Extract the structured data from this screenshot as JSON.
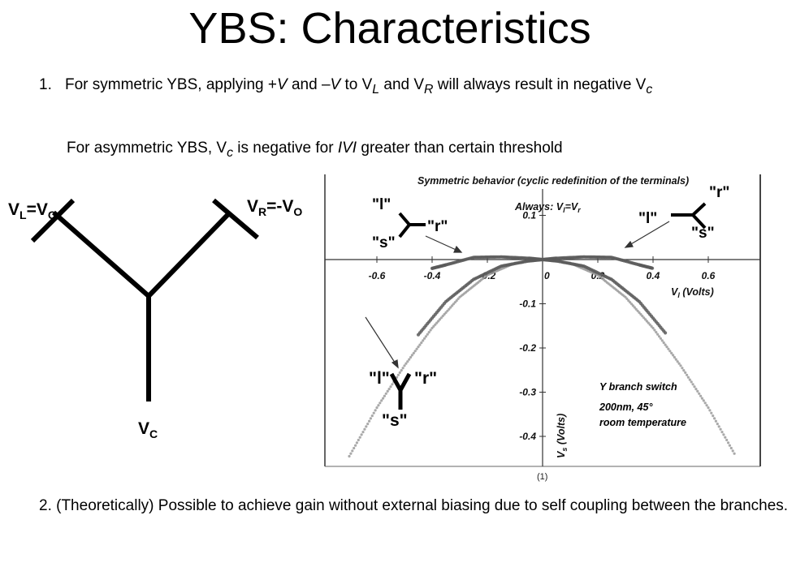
{
  "title": "YBS: Characteristics",
  "point1": {
    "number": "1.",
    "text_a": "For symmetric YBS, applying +",
    "v1": "V",
    "text_b": " and –",
    "v2": "V",
    "text_c": " to V",
    "sub_l": "L",
    "text_d": " and V",
    "sub_r": "R",
    "text_e": " will always result in negative V",
    "sub_c": "c"
  },
  "point1b": {
    "text_a": "For asymmetric YBS, V",
    "sub_c": "c",
    "text_b": " is negative for ",
    "absv": "IVI",
    "text_c": " greater than certain threshold"
  },
  "point2": {
    "text": "2.  (Theoretically) Possible to achieve gain without external biasing due to self coupling between the branches."
  },
  "ybs_diagram": {
    "left_label": {
      "main1": "V",
      "sub1": "L",
      "eq": "=V",
      "sub2": "O"
    },
    "right_label": {
      "main1": "V",
      "sub1": "R",
      "eq": "=-V",
      "sub2": "O"
    },
    "bottom_label": {
      "main": "V",
      "sub": "C"
    }
  },
  "figure": {
    "header": "Symmetric behavior (cyclic redefinition of the terminals)",
    "always_a": "Always: V",
    "always_sub1": "l",
    "always_b": "=V",
    "always_sub2": "r",
    "legend_line1": "Y branch switch",
    "legend_line2": "200nm, 45°",
    "legend_line3": "room temperature",
    "branch_l": "\"l\"",
    "branch_r": "\"r\"",
    "branch_s": "\"s\"",
    "ref_marker": "(1)"
  },
  "chart_data": {
    "type": "scatter",
    "title": "Symmetric behavior (cyclic redefinition of the terminals)",
    "xlabel": "V_l (Volts)",
    "ylabel": "V_s (Volts)",
    "xlim": [
      -0.7,
      0.7
    ],
    "ylim": [
      -0.45,
      0.15
    ],
    "x_ticks": [
      {
        "value": -0.6,
        "label": "-0.6"
      },
      {
        "value": -0.4,
        "label": "-0.4"
      },
      {
        "value": -0.2,
        "label": "-0.2"
      },
      {
        "value": 0,
        "label": "0"
      },
      {
        "value": 0.2,
        "label": "0.2"
      },
      {
        "value": 0.4,
        "label": "0.4"
      },
      {
        "value": 0.6,
        "label": "0.6"
      }
    ],
    "y_ticks": [
      {
        "value": 0.1,
        "label": "0.1"
      },
      {
        "value": -0.1,
        "label": "-0.1"
      },
      {
        "value": -0.2,
        "label": "-0.2"
      },
      {
        "value": -0.3,
        "label": "-0.3"
      },
      {
        "value": -0.4,
        "label": "-0.4"
      }
    ],
    "series": [
      {
        "color": "#9a9a9a",
        "x": [
          -0.7,
          -0.6,
          -0.5,
          -0.4,
          -0.3,
          -0.2,
          -0.1,
          0,
          0.1,
          0.2,
          0.3,
          0.4,
          0.5,
          0.6,
          0.7
        ],
        "y": [
          -0.445,
          -0.335,
          -0.24,
          -0.155,
          -0.085,
          -0.035,
          -0.008,
          0.0,
          -0.008,
          -0.035,
          -0.085,
          -0.155,
          -0.24,
          -0.335,
          -0.445
        ]
      },
      {
        "color": "#5a5a5a",
        "x": [
          -0.45,
          -0.35,
          -0.25,
          -0.15,
          -0.05,
          0,
          0.05,
          0.15,
          0.25,
          0.35,
          0.4
        ],
        "y": [
          -0.17,
          -0.095,
          -0.045,
          -0.015,
          -0.003,
          0.0,
          0.003,
          0.006,
          0.005,
          -0.012,
          -0.02
        ]
      },
      {
        "color": "#5a5a5a",
        "x": [
          -0.4,
          -0.35,
          -0.25,
          -0.15,
          -0.05,
          0,
          0.05,
          0.15,
          0.25,
          0.35,
          0.45
        ],
        "y": [
          -0.02,
          -0.012,
          0.005,
          0.006,
          0.003,
          0.0,
          -0.003,
          -0.015,
          -0.045,
          -0.095,
          -0.17
        ]
      }
    ]
  }
}
